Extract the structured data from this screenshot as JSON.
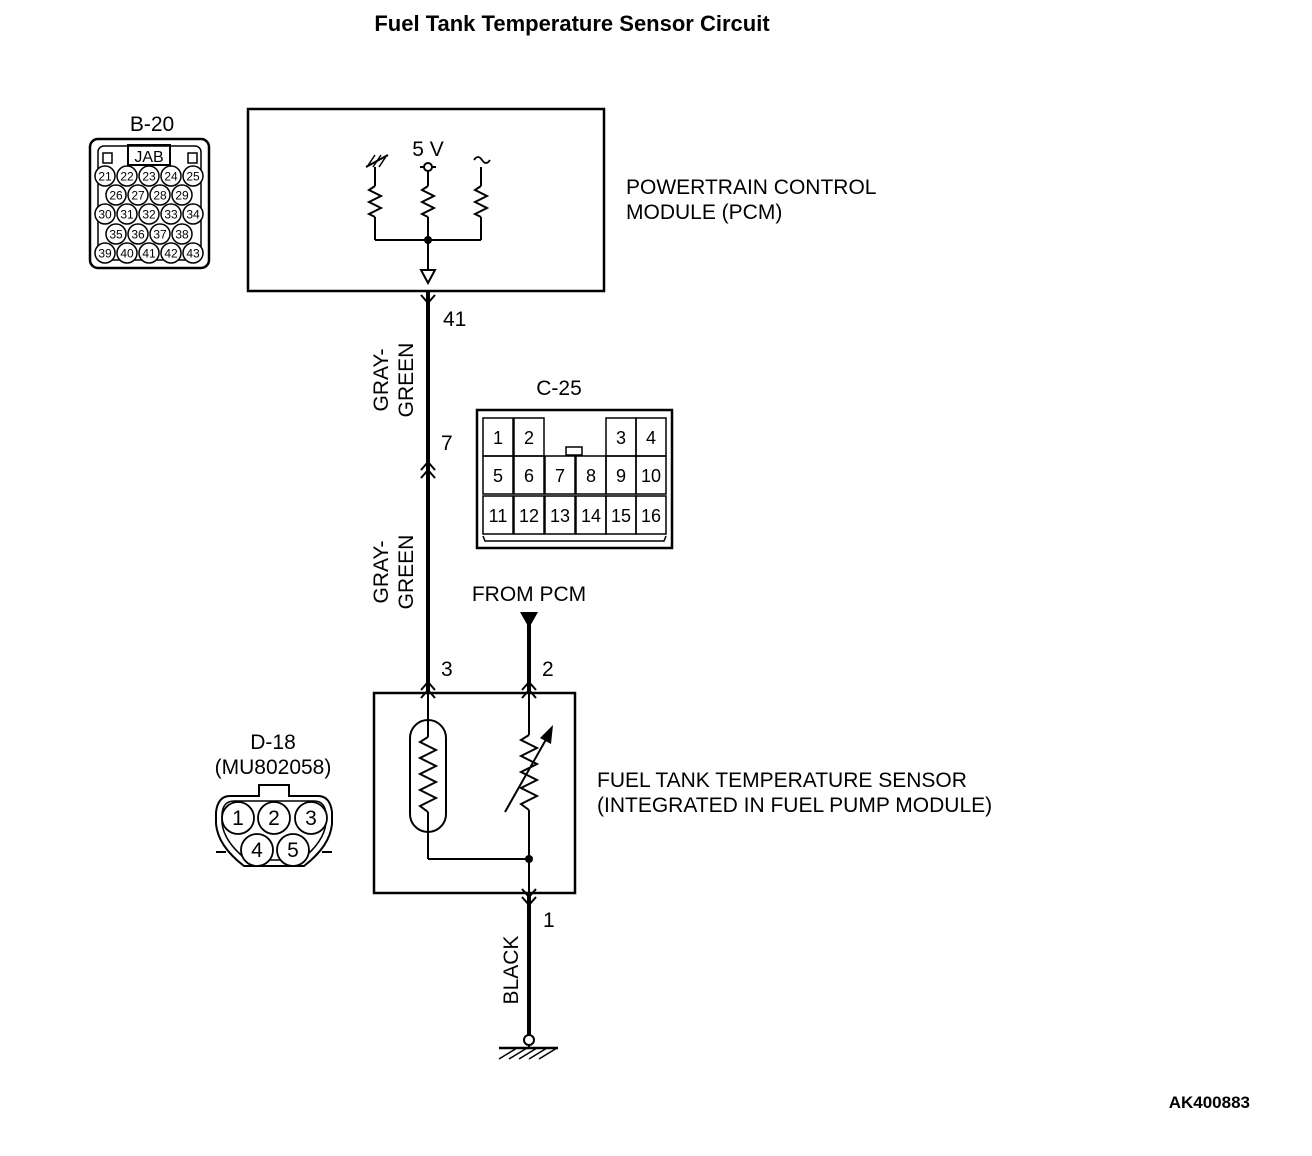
{
  "title": "Fuel Tank Temperature Sensor Circuit",
  "pcm": {
    "label_line1": "POWERTRAIN CONTROL",
    "label_line2": "MODULE (PCM)",
    "voltage": "5 V"
  },
  "connectors": {
    "b20": {
      "name": "B-20",
      "tag": "JAB",
      "pins": [
        "21",
        "22",
        "23",
        "24",
        "25",
        "26",
        "27",
        "28",
        "29",
        "30",
        "31",
        "32",
        "33",
        "34",
        "35",
        "36",
        "37",
        "38",
        "39",
        "40",
        "41",
        "42",
        "43"
      ]
    },
    "c25": {
      "name": "C-25",
      "pins": [
        "1",
        "2",
        "3",
        "4",
        "5",
        "6",
        "7",
        "8",
        "9",
        "10",
        "11",
        "12",
        "13",
        "14",
        "15",
        "16"
      ]
    },
    "d18": {
      "name": "D-18",
      "part": "(MU802058)",
      "pins": [
        "1",
        "2",
        "3",
        "4",
        "5"
      ]
    }
  },
  "pin_labels": {
    "p41": "41",
    "p7": "7",
    "p3": "3",
    "p2": "2",
    "p1": "1"
  },
  "wires": {
    "upper": [
      "GRAY-",
      "GREEN"
    ],
    "lower": [
      "GRAY-",
      "GREEN"
    ],
    "ground": "BLACK"
  },
  "from_pcm": "FROM PCM",
  "sensor": {
    "label_line1": "FUEL TANK TEMPERATURE SENSOR",
    "label_line2": "(INTEGRATED IN FUEL PUMP MODULE)"
  },
  "ref_code": "AK400883"
}
